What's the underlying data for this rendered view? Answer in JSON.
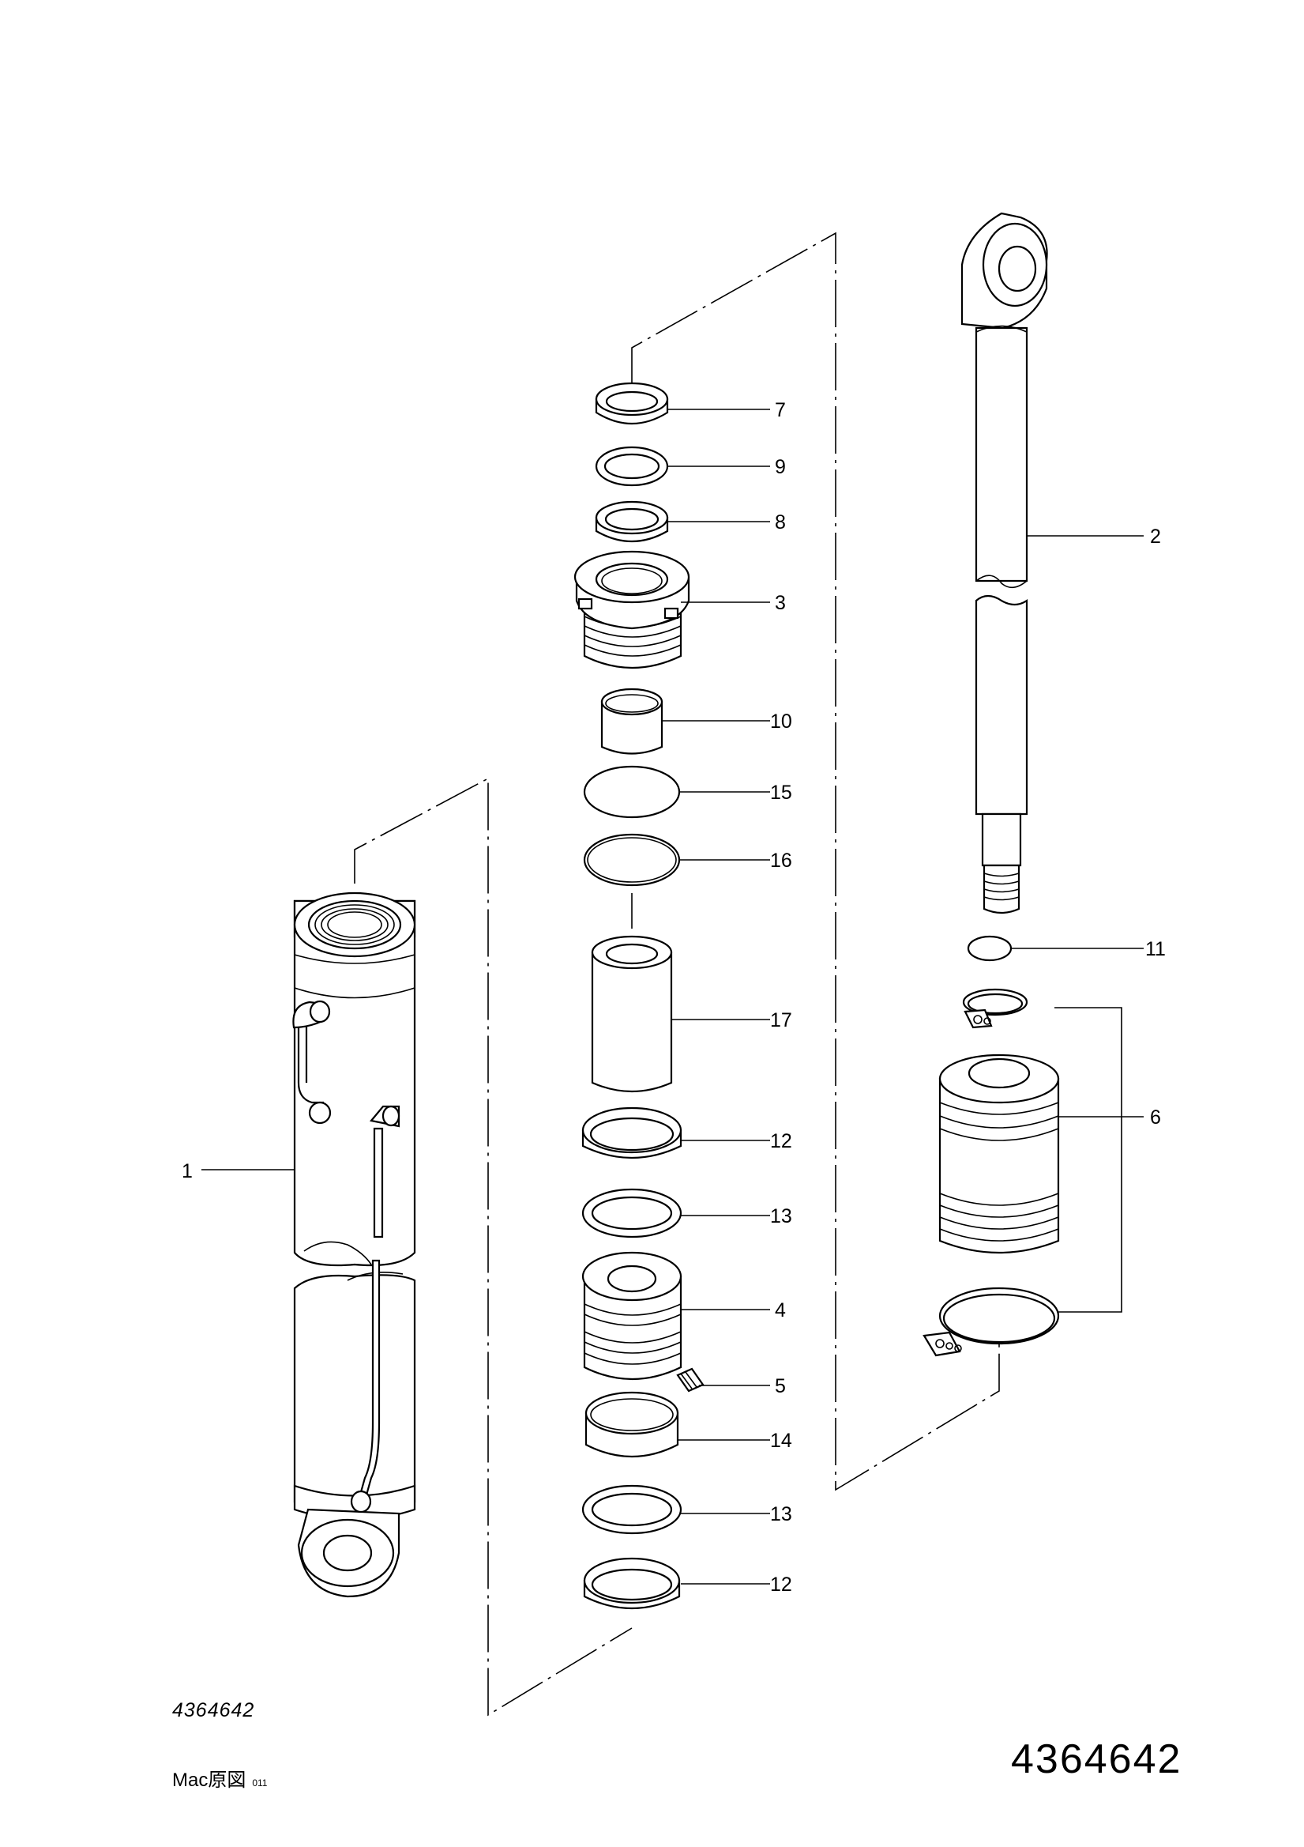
{
  "drawing_number_small": "4364642",
  "drawing_number_large": "4364642",
  "origin_label": "Mac原図",
  "origin_code": "011",
  "callouts": {
    "c1": "1",
    "c2": "2",
    "c3": "3",
    "c4": "4",
    "c5": "5",
    "c6": "6",
    "c7": "7",
    "c8": "8",
    "c9": "9",
    "c10": "10",
    "c11": "11",
    "c12a": "12",
    "c12b": "12",
    "c13a": "13",
    "c13b": "13",
    "c14": "14",
    "c15": "15",
    "c16": "16",
    "c17": "17"
  }
}
